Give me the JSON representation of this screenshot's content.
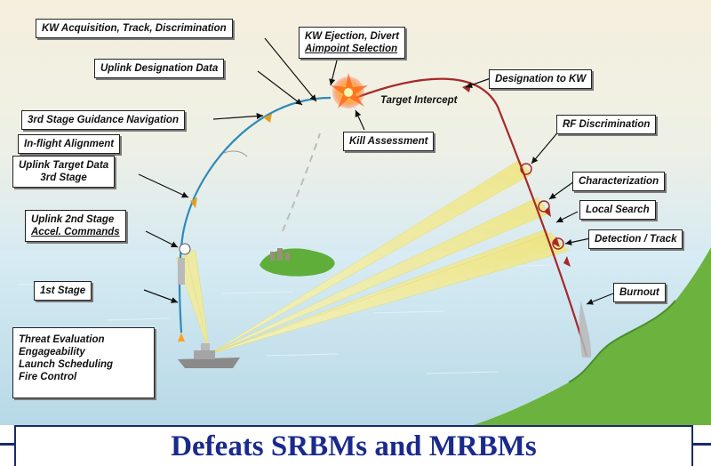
{
  "labels": {
    "kw_acquisition": "KW Acquisition, Track, Discrimination",
    "kw_ejection_line1": "KW Ejection, Divert",
    "kw_ejection_line2": "Aimpoint Selection",
    "uplink_designation": "Uplink Designation Data",
    "target_intercept_line1": "Target",
    "target_intercept_line2": "Intercept",
    "designation_to_kw": "Designation to KW",
    "third_stage_guidance": "3rd Stage Guidance Navigation",
    "kill_assessment": "Kill Assessment",
    "rf_discrimination": "RF Discrimination",
    "inflight_alignment": "In-flight Alignment",
    "uplink_target_line1": "Uplink Target Data",
    "uplink_target_line2": "3rd Stage",
    "characterization": "Characterization",
    "local_search": "Local Search",
    "uplink_2nd_line1": "Uplink 2nd Stage",
    "uplink_2nd_line2": "Accel. Commands",
    "detection_track": "Detection / Track",
    "first_stage": "1st Stage",
    "burnout": "Burnout",
    "threat_line1": "Threat Evaluation",
    "threat_line2": "Engageability",
    "threat_line3": "Launch Scheduling",
    "threat_line4": "Fire Control"
  },
  "banner": {
    "text": "Defeats SRBMs and MRBMs"
  },
  "colors": {
    "sky_top": "#f4eedc",
    "sky_bottom": "#d6eaf4",
    "sea": "#c6e2ec",
    "land": "#5fae3a",
    "interceptor_track": "#2e8ab8",
    "threat_track": "#a8282a",
    "radar_beam": "#f2ec9a",
    "banner_text": "#1a2a8c"
  }
}
